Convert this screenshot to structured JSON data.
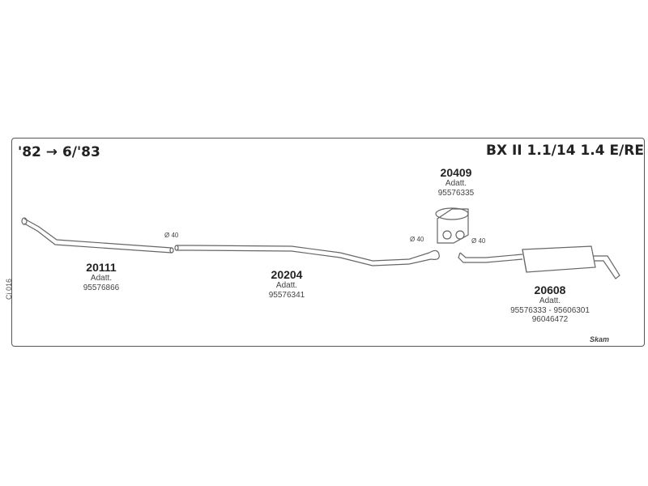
{
  "header": {
    "years": "'82 → 6/'83",
    "model": "BX II 1.1/14 1.4 E/RE"
  },
  "side_code": "Ci 016",
  "brand": "Skam",
  "parts": [
    {
      "code": "20111",
      "adatt_label": "Adatt.",
      "refs": [
        "95576866"
      ]
    },
    {
      "code": "20204",
      "adatt_label": "Adatt.",
      "refs": [
        "95576341"
      ]
    },
    {
      "code": "20409",
      "adatt_label": "Adatt.",
      "refs": [
        "95576335"
      ]
    },
    {
      "code": "20608",
      "adatt_label": "Adatt.",
      "refs": [
        "95576333 - 95606301",
        "96046472"
      ]
    }
  ],
  "diameters": [
    "Ø 40",
    "Ø 40",
    "Ø 40"
  ]
}
